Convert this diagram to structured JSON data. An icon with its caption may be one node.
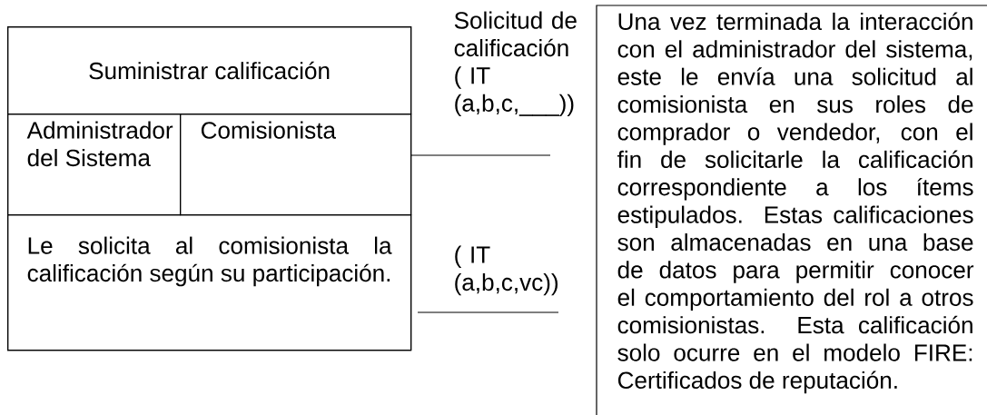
{
  "diagram": {
    "nodes": [
      {
        "text": [],
        "shape": "box"
      },
      {
        "text": [
          "Suministrar calificación"
        ],
        "in": 0
      },
      {
        "text": [
          "Administrador del Sistema"
        ],
        "in": 0
      },
      {
        "text": [
          "Comisionista"
        ],
        "in": 0
      },
      {
        "text": [
          "Le solicita al comisionista la calificación según su participación."
        ],
        "in": 0
      },
      {
        "text": [
          "Una vez terminada la interacción con el administrador del sistema, este le envía una solicitud al comisionista en sus roles de comprador o vendedor, con el fin de solicitarle la calificación correspondiente a los ítems estipulados. Estas calificaciones son almacenadas en una base de datos para permitir conocer el comportamiento del rol a otros comisionistas. Esta calificación solo ocurre en el modelo FIRE: Certificados de reputación."
        ]
      }
    ],
    "edges": [],
    "labels": [
      "Solicitud de calificación ( IT (a,b,c,___))",
      "( IT (a,b,c,vc))"
    ]
  }
}
